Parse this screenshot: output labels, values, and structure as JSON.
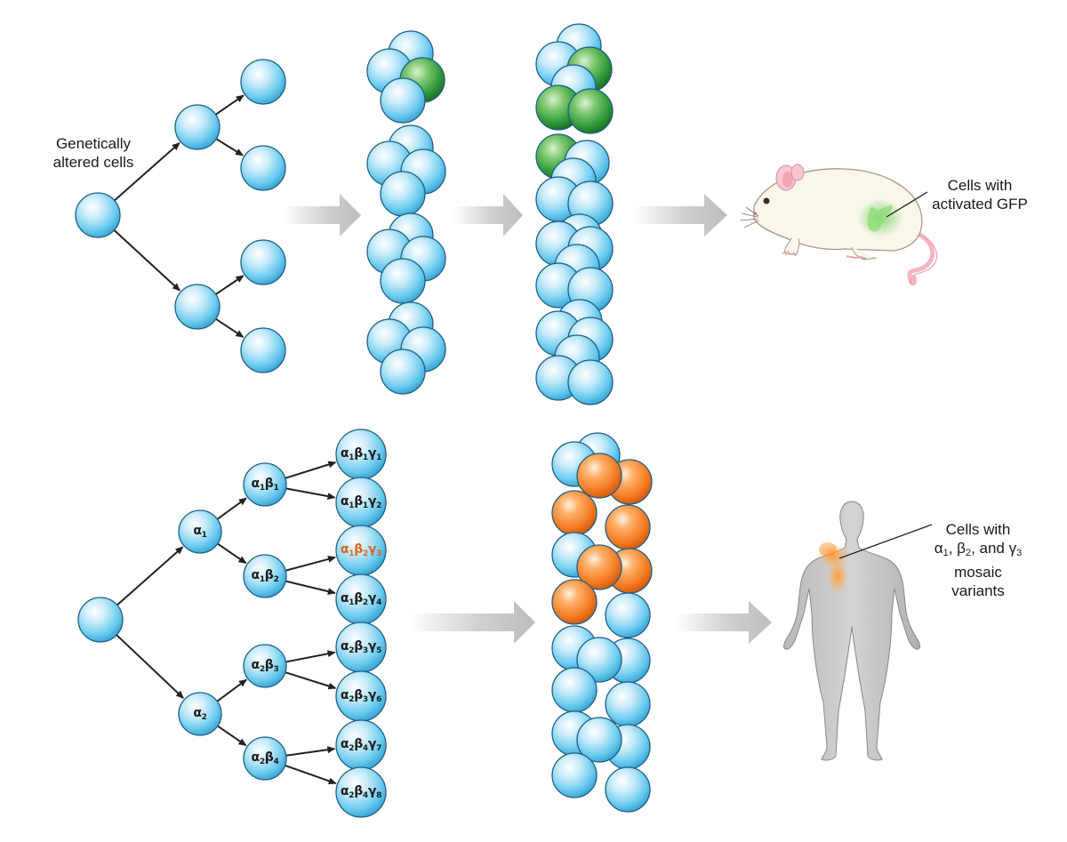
{
  "top_panel": {
    "source_label": "Genetically altered cells",
    "mouse_callout_line1": "Cells with",
    "mouse_callout_line2": "activated GFP"
  },
  "bottom_panel": {
    "root": "",
    "level1": [
      {
        "sym": "α",
        "sub": "1"
      },
      {
        "sym": "α",
        "sub": "2"
      }
    ],
    "level2": [
      [
        {
          "sym": "α",
          "sub": "1"
        },
        {
          "sym": "β",
          "sub": "1"
        }
      ],
      [
        {
          "sym": "α",
          "sub": "1"
        },
        {
          "sym": "β",
          "sub": "2"
        }
      ],
      [
        {
          "sym": "α",
          "sub": "2"
        },
        {
          "sym": "β",
          "sub": "3"
        }
      ],
      [
        {
          "sym": "α",
          "sub": "2"
        },
        {
          "sym": "β",
          "sub": "4"
        }
      ]
    ],
    "level3": [
      {
        "parts": [
          {
            "sym": "α",
            "sub": "1"
          },
          {
            "sym": "β",
            "sub": "1"
          },
          {
            "sym": "γ",
            "sub": "1"
          }
        ],
        "highlight": false
      },
      {
        "parts": [
          {
            "sym": "α",
            "sub": "1"
          },
          {
            "sym": "β",
            "sub": "1"
          },
          {
            "sym": "γ",
            "sub": "2"
          }
        ],
        "highlight": false
      },
      {
        "parts": [
          {
            "sym": "α",
            "sub": "1"
          },
          {
            "sym": "β",
            "sub": "2"
          },
          {
            "sym": "γ",
            "sub": "3"
          }
        ],
        "highlight": true
      },
      {
        "parts": [
          {
            "sym": "α",
            "sub": "1"
          },
          {
            "sym": "β",
            "sub": "2"
          },
          {
            "sym": "γ",
            "sub": "4"
          }
        ],
        "highlight": false
      },
      {
        "parts": [
          {
            "sym": "α",
            "sub": "2"
          },
          {
            "sym": "β",
            "sub": "3"
          },
          {
            "sym": "γ",
            "sub": "5"
          }
        ],
        "highlight": false
      },
      {
        "parts": [
          {
            "sym": "α",
            "sub": "2"
          },
          {
            "sym": "β",
            "sub": "3"
          },
          {
            "sym": "γ",
            "sub": "6"
          }
        ],
        "highlight": false
      },
      {
        "parts": [
          {
            "sym": "α",
            "sub": "2"
          },
          {
            "sym": "β",
            "sub": "4"
          },
          {
            "sym": "γ",
            "sub": "7"
          }
        ],
        "highlight": false
      },
      {
        "parts": [
          {
            "sym": "α",
            "sub": "2"
          },
          {
            "sym": "β",
            "sub": "4"
          },
          {
            "sym": "γ",
            "sub": "8"
          }
        ],
        "highlight": false
      }
    ],
    "human_callout_line1": "Cells with",
    "human_callout_line2_parts": [
      {
        "sym": "α",
        "sub": "1"
      },
      {
        "text": ", "
      },
      {
        "sym": "β",
        "sub": "2"
      },
      {
        "text": ", and "
      },
      {
        "sym": "γ",
        "sub": "3"
      }
    ],
    "human_callout_line3": "mosaic",
    "human_callout_line4": "variants"
  },
  "colors": {
    "cell_blue": "#5cc4ec",
    "cell_green": "#2f9a3a",
    "cell_orange": "#f47a1f",
    "highlight_text": "#d9651f",
    "arrow_gray": "#c8c8c8",
    "mouse_gfp": "#7ed66a",
    "human_patch": "#ffa040"
  }
}
